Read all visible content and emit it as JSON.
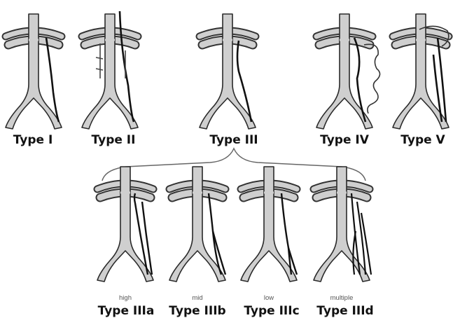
{
  "top_row": [
    {
      "id": "type-1",
      "label": "Type I"
    },
    {
      "id": "type-2",
      "label": "Type II"
    },
    {
      "id": "type-3",
      "label": "Type III"
    },
    {
      "id": "type-4",
      "label": "Type IV"
    },
    {
      "id": "type-5",
      "label": "Type V"
    }
  ],
  "bottom_row": [
    {
      "id": "type-3a",
      "label": "Type IIIa",
      "position": "high"
    },
    {
      "id": "type-3b",
      "label": "Type IIIb",
      "position": "mid"
    },
    {
      "id": "type-3c",
      "label": "Type IIIc",
      "position": "low"
    },
    {
      "id": "type-3d",
      "label": "Type IIId",
      "position": "multiple"
    }
  ]
}
